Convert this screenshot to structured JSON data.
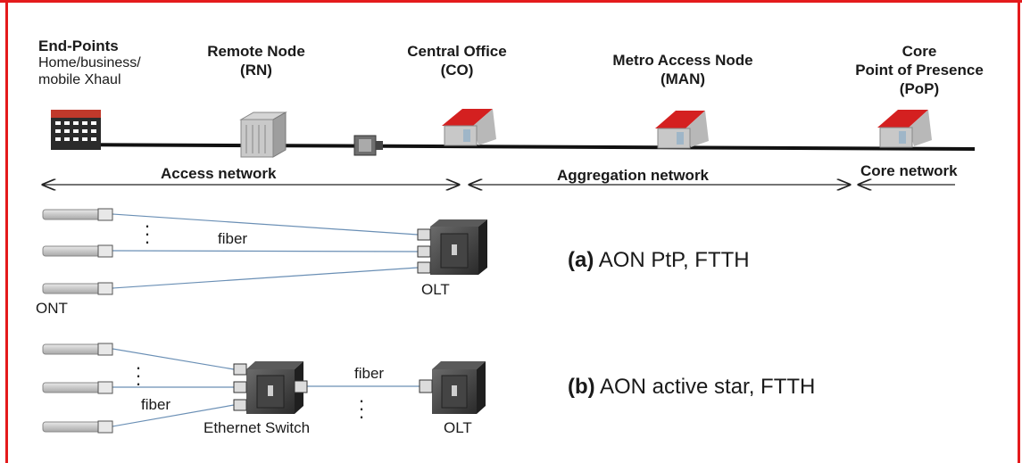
{
  "colors": {
    "frame": "#e41a1c",
    "roof": "#d42020",
    "fiber_line": "#6a8fb5",
    "backbone": "#111111"
  },
  "header": {
    "end_points_title": "End-Points",
    "end_points_sub1": "Home/business/",
    "end_points_sub2": "mobile Xhaul",
    "remote_node_line1": "Remote Node",
    "remote_node_line2": "(RN)",
    "central_office_line1": "Central Office",
    "central_office_line2": "(CO)",
    "metro_line1": "Metro Access Node",
    "metro_line2": "(MAN)",
    "core_line1": "Core",
    "core_line2": "Point of Presence",
    "core_line3": "(PoP)"
  },
  "networks": {
    "access": "Access network",
    "aggregation": "Aggregation network",
    "core": "Core network"
  },
  "section_a": {
    "fiber": "fiber",
    "ont": "ONT",
    "olt": "OLT",
    "caption_prefix": "(a)",
    "caption_text": "AON PtP, FTTH"
  },
  "section_b": {
    "fiber_left": "fiber",
    "fiber_right": "fiber",
    "switch": "Ethernet Switch",
    "olt": "OLT",
    "caption_prefix": "(b)",
    "caption_text": "AON active star, FTTH"
  },
  "icons": [
    "building-icon",
    "cabinet-icon",
    "connector-icon",
    "house-icon",
    "ont-icon",
    "olt-icon",
    "switch-icon"
  ]
}
